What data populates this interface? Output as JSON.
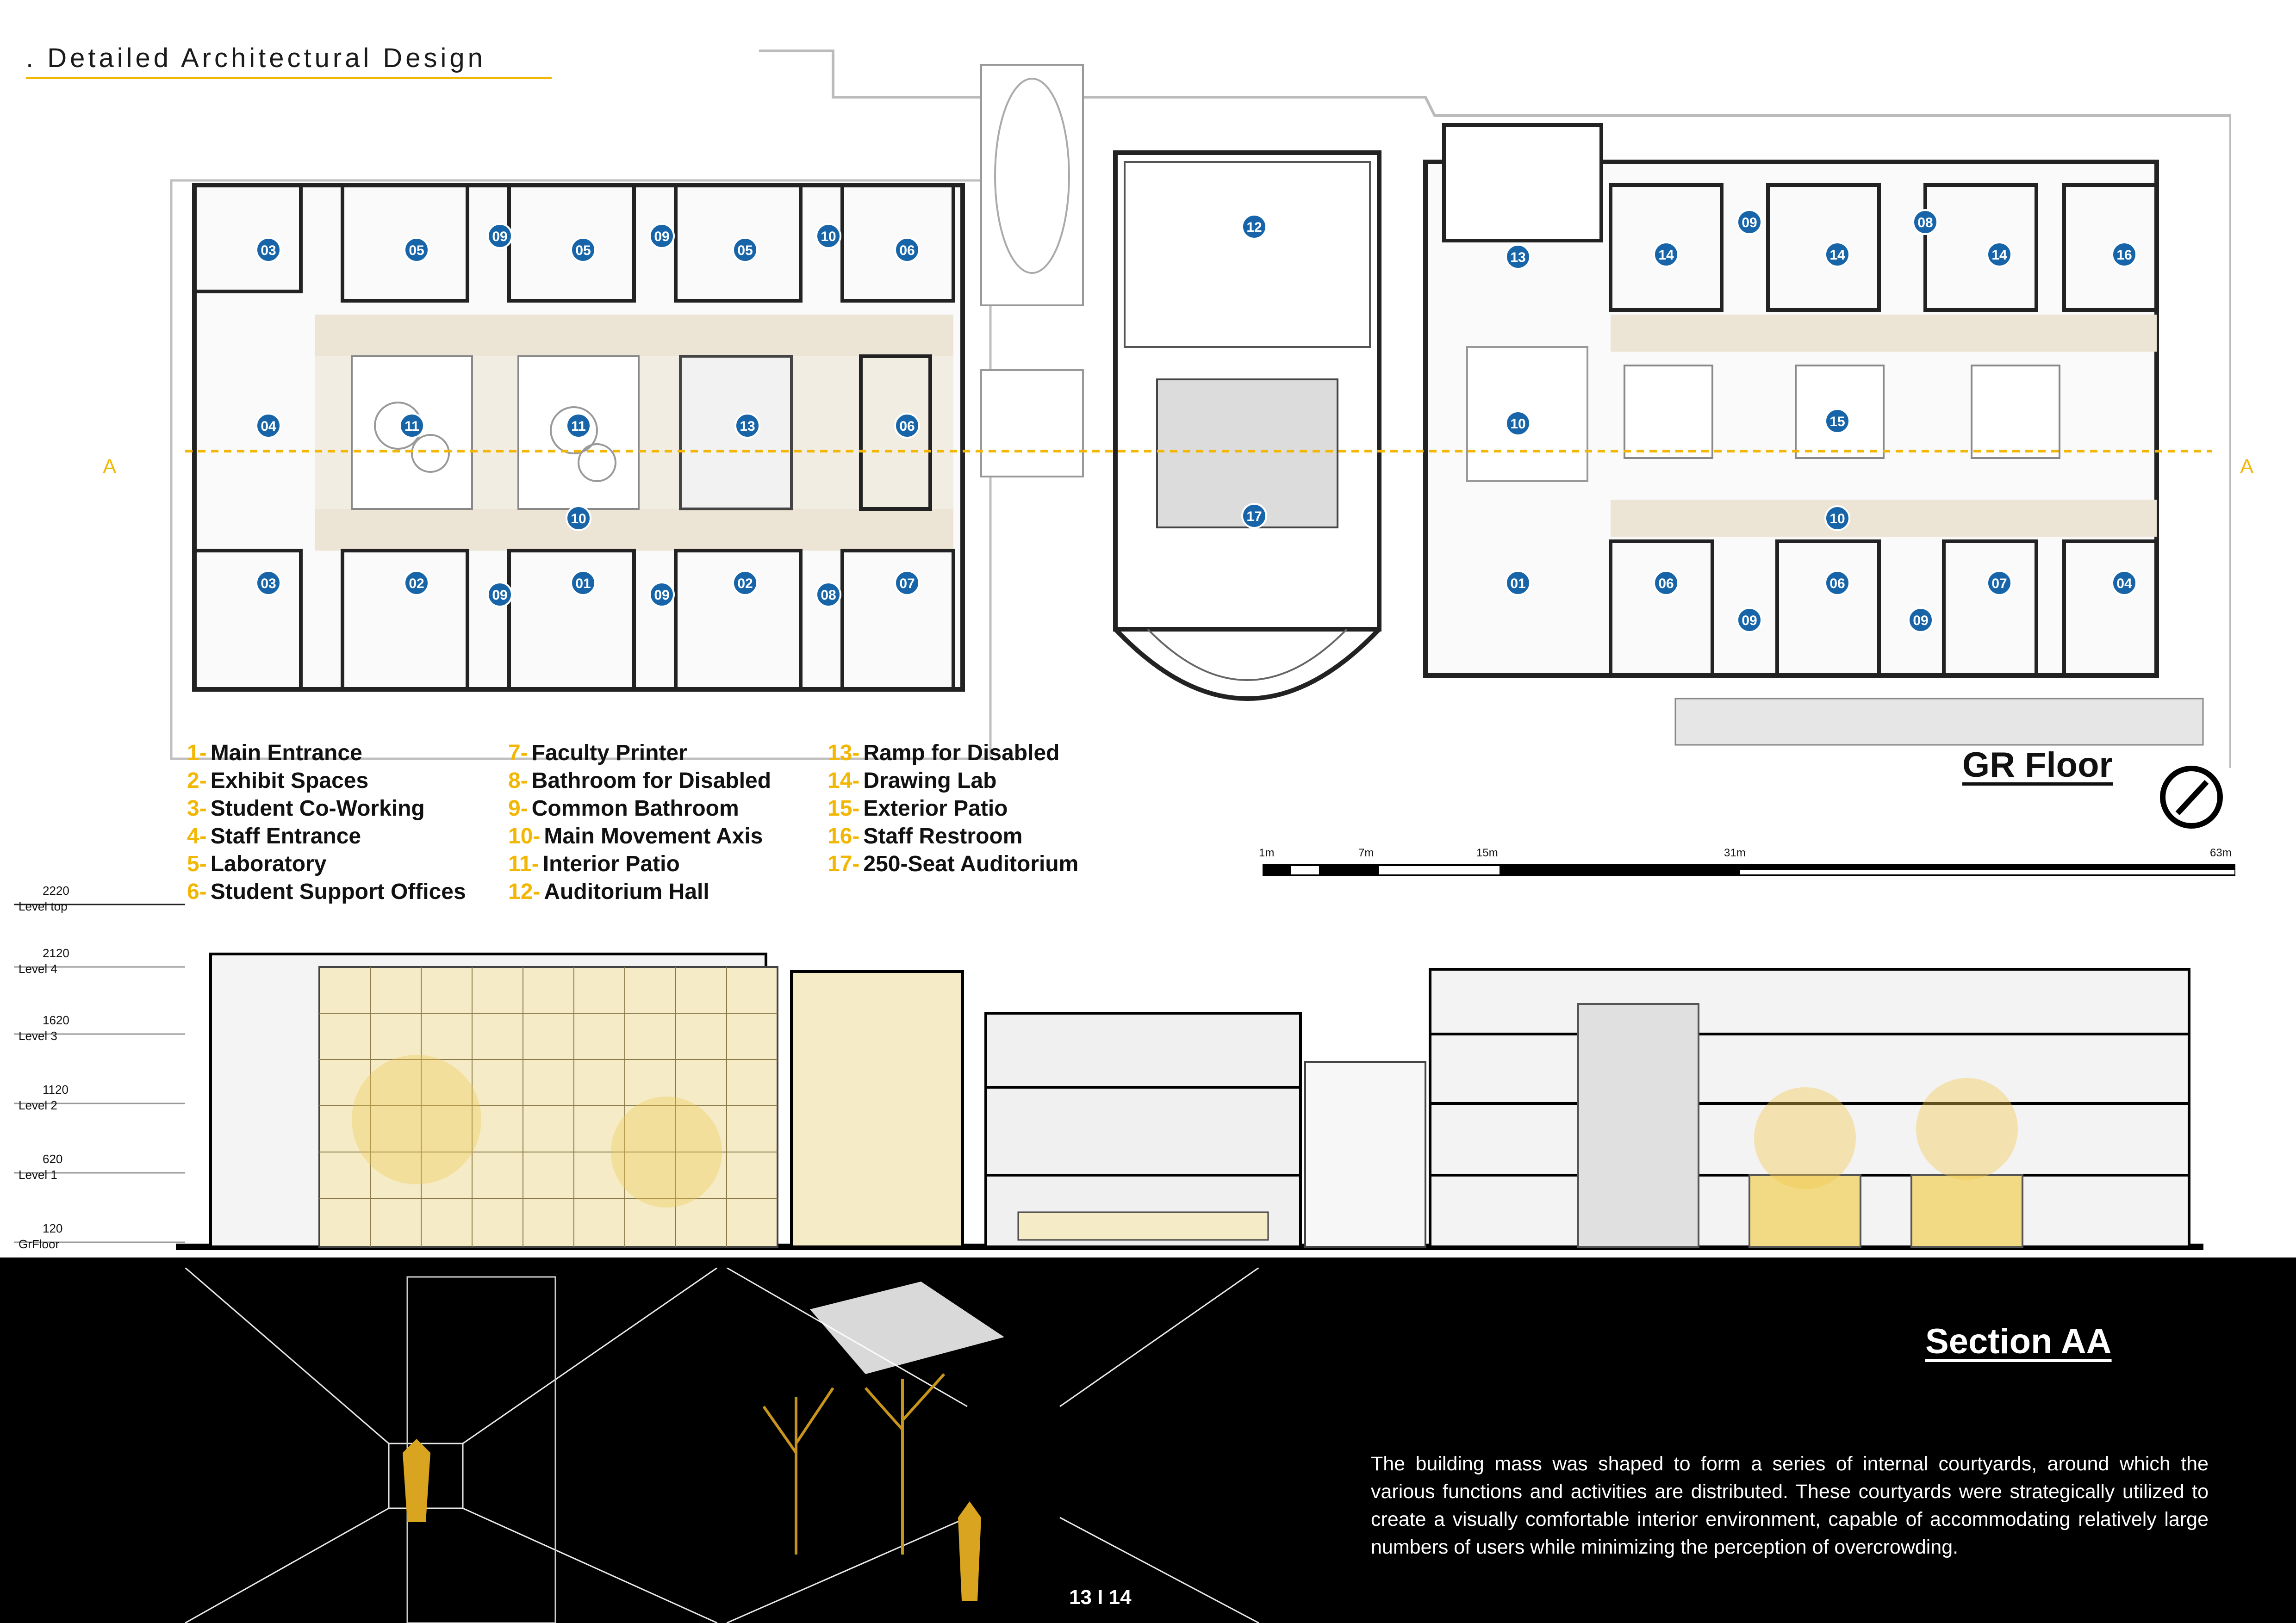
{
  "header": {
    "title": ". Detailed Architectural Design"
  },
  "plan": {
    "section_cut_label": "A",
    "title": "GR Floor",
    "markers": [
      "01",
      "02",
      "03",
      "04",
      "05",
      "06",
      "07",
      "08",
      "09",
      "10",
      "11",
      "12",
      "13",
      "14",
      "15",
      "16",
      "17"
    ]
  },
  "legend": {
    "col1": [
      {
        "num": "1-",
        "label": "Main Entrance"
      },
      {
        "num": "2-",
        "label": "Exhibit Spaces"
      },
      {
        "num": "3-",
        "label": "Student Co-Working"
      },
      {
        "num": "4-",
        "label": "Staff Entrance"
      },
      {
        "num": "5-",
        "label": "Laboratory"
      },
      {
        "num": "6-",
        "label": "Student Support Offices"
      }
    ],
    "col2": [
      {
        "num": "7-",
        "label": "Faculty Printer"
      },
      {
        "num": "8-",
        "label": "Bathroom for Disabled"
      },
      {
        "num": "9-",
        "label": "Common Bathroom"
      },
      {
        "num": "10-",
        "label": "Main Movement Axis"
      },
      {
        "num": "11-",
        "label": "Interior Patio"
      },
      {
        "num": "12-",
        "label": "Auditorium Hall"
      }
    ],
    "col3": [
      {
        "num": "13-",
        "label": "Ramp for Disabled"
      },
      {
        "num": "14-",
        "label": "Drawing Lab"
      },
      {
        "num": "15-",
        "label": "Exterior Patio"
      },
      {
        "num": "16-",
        "label": "Staff Restroom"
      },
      {
        "num": "17-",
        "label": "250-Seat Auditorium"
      }
    ]
  },
  "scale": {
    "labels": [
      "1m",
      "7m",
      "15m",
      "31m",
      "63m"
    ]
  },
  "levels": [
    {
      "value": "2220",
      "name": "Level top"
    },
    {
      "value": "2120",
      "name": "Level 4"
    },
    {
      "value": "1620",
      "name": "Level 3"
    },
    {
      "value": "1120",
      "name": "Level 2"
    },
    {
      "value": "620",
      "name": "Level 1"
    },
    {
      "value": "120",
      "name": "GrFloor"
    }
  ],
  "section": {
    "title": "Section AA"
  },
  "description": "The building mass was shaped to form a series of internal courtyards, around which the various functions and activities are distributed. These courtyards were strategically utilized to create a visually comfortable interior environment, capable of accommodating relatively large numbers of users while minimizing the perception of overcrowding.",
  "page_number": "13 I 14",
  "colors": {
    "accent": "#f2b705",
    "marker": "#1765a8",
    "corridor": "#ece4d4",
    "band": "#000000"
  }
}
